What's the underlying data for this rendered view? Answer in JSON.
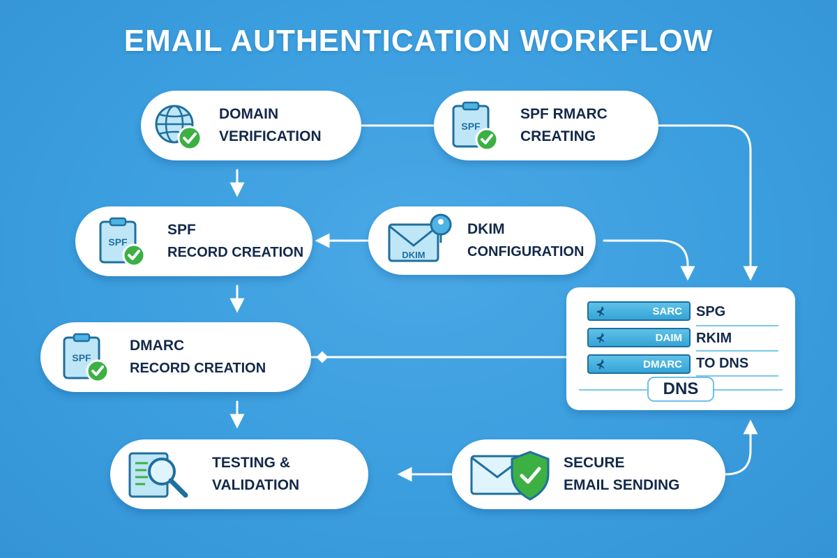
{
  "title": "EMAIL AUTHENTICATION WORKFLOW",
  "colors": {
    "background": "#3b9ede",
    "node_fill": "#ffffff",
    "text": "#13294b",
    "icon_blue": "#4fb3e3",
    "check_green": "#3cb043",
    "connector": "#ffffff"
  },
  "nodes": {
    "domain_verification": {
      "line1": "DOMAIN",
      "line2": "VERIFICATION",
      "icon": "globe-check-icon"
    },
    "spf_rmarc": {
      "line1": "SPF RMARC",
      "line2": "CREATING",
      "icon": "clipboard-check-icon",
      "icon_text": "SPF"
    },
    "spf_record": {
      "line1": "SPF",
      "line2": "RECORD CREATION",
      "icon": "clipboard-check-icon",
      "icon_text": "SPF"
    },
    "dkim_config": {
      "line1": "DKIM",
      "line2": "CONFIGURATION",
      "icon": "envelope-key-icon",
      "icon_text": "DKIM"
    },
    "dmarc_record": {
      "line1": "DMARC",
      "line2": "RECORD CREATION",
      "icon": "clipboard-check-icon",
      "icon_text": "SPF"
    },
    "testing": {
      "line1": "TESTING &",
      "line2": "VALIDATION",
      "icon": "magnifier-icon"
    },
    "secure_sending": {
      "line1": "SECURE",
      "line2": "EMAIL SENDING",
      "icon": "envelope-shield-icon"
    }
  },
  "dns_panel": {
    "servers": [
      "SARC",
      "DAIM",
      "DMARC"
    ],
    "rows": [
      "SPG",
      "RKIM",
      "TO DNS"
    ],
    "badge": "DNS",
    "icon": "server-stack-icon"
  }
}
